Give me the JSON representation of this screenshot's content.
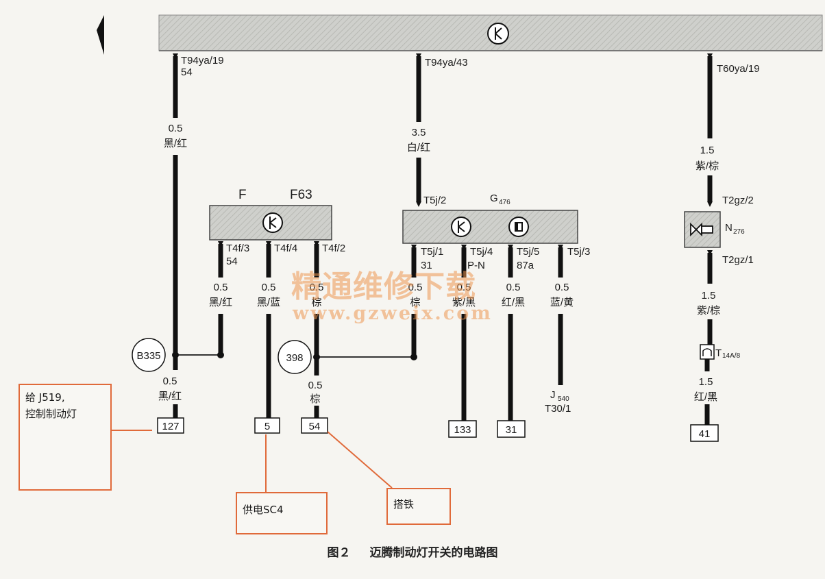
{
  "caption": {
    "figure": "图２",
    "title": "迈腾制动灯开关的电路图"
  },
  "watermark": {
    "text_cn": "精通维修下载",
    "text_url": "www.gzweix.com"
  },
  "notes": {
    "j519": {
      "line1": "给 J519,",
      "line2": "控制制动灯"
    },
    "sc4": "供电SC4",
    "ground": "搭铁"
  },
  "top_pins": {
    "left": "T94ya/19",
    "left_sub": "54",
    "middle": "T94ya/43",
    "right": "T60ya/19"
  },
  "wires": {
    "w1_size": "0.5",
    "w1_color": "黑/红",
    "w2_size": "3.5",
    "w2_color": "白/红",
    "w3_size": "1.5",
    "w3_color": "紫/棕",
    "f_t4f3_size": "0.5",
    "f_t4f3_color": "黑/红",
    "f_t4f4_size": "0.5",
    "f_t4f4_color": "黑/蓝",
    "f_t4f2_size": "0.5",
    "f_t4f2_color": "棕",
    "g_t5j1_size": "0.5",
    "g_t5j1_color": "棕",
    "g_t5j4_size": "0.5",
    "g_t5j4_color": "紫/黑",
    "g_t5j5_size": "0.5",
    "g_t5j5_color": "红/黑",
    "g_t5j3_size": "0.5",
    "g_t5j3_color": "蓝/黄",
    "n_low_size": "1.5",
    "n_low_color": "紫/棕",
    "n_bot_size": "1.5",
    "n_bot_color": "红/黑",
    "b335_out_size": "0.5",
    "b335_out_color": "黑/红",
    "g398_out_size": "0.5",
    "g398_out_color": "棕"
  },
  "components": {
    "f": {
      "label": "F",
      "label2": "F63",
      "pin1": "T4f/3",
      "pin1_sub": "54",
      "pin2": "T4f/4",
      "pin3": "T4f/2"
    },
    "g476": {
      "label": "G",
      "label_sub": "476",
      "pin_top": "T5j/2",
      "pin1": "T5j/1",
      "pin1_sub": "31",
      "pin2": "T5j/4",
      "pin2_sub": "P-N",
      "pin3": "T5j/5",
      "pin3_sub": "87a",
      "pin4": "T5j/3"
    },
    "n276": {
      "label": "N",
      "label_sub": "276",
      "pin_top": "T2gz/2",
      "pin_bot": "T2gz/1"
    },
    "t14": {
      "label": "T",
      "label_sub": "14A/8"
    },
    "j540": {
      "label": "J",
      "label_sub": "540",
      "pin": "T30/1"
    }
  },
  "splices": {
    "b335": "B335",
    "s398": "398"
  },
  "terminals": {
    "t127": "127",
    "t5": "5",
    "t54": "54",
    "t133": "133",
    "t31": "31",
    "t41": "41"
  }
}
